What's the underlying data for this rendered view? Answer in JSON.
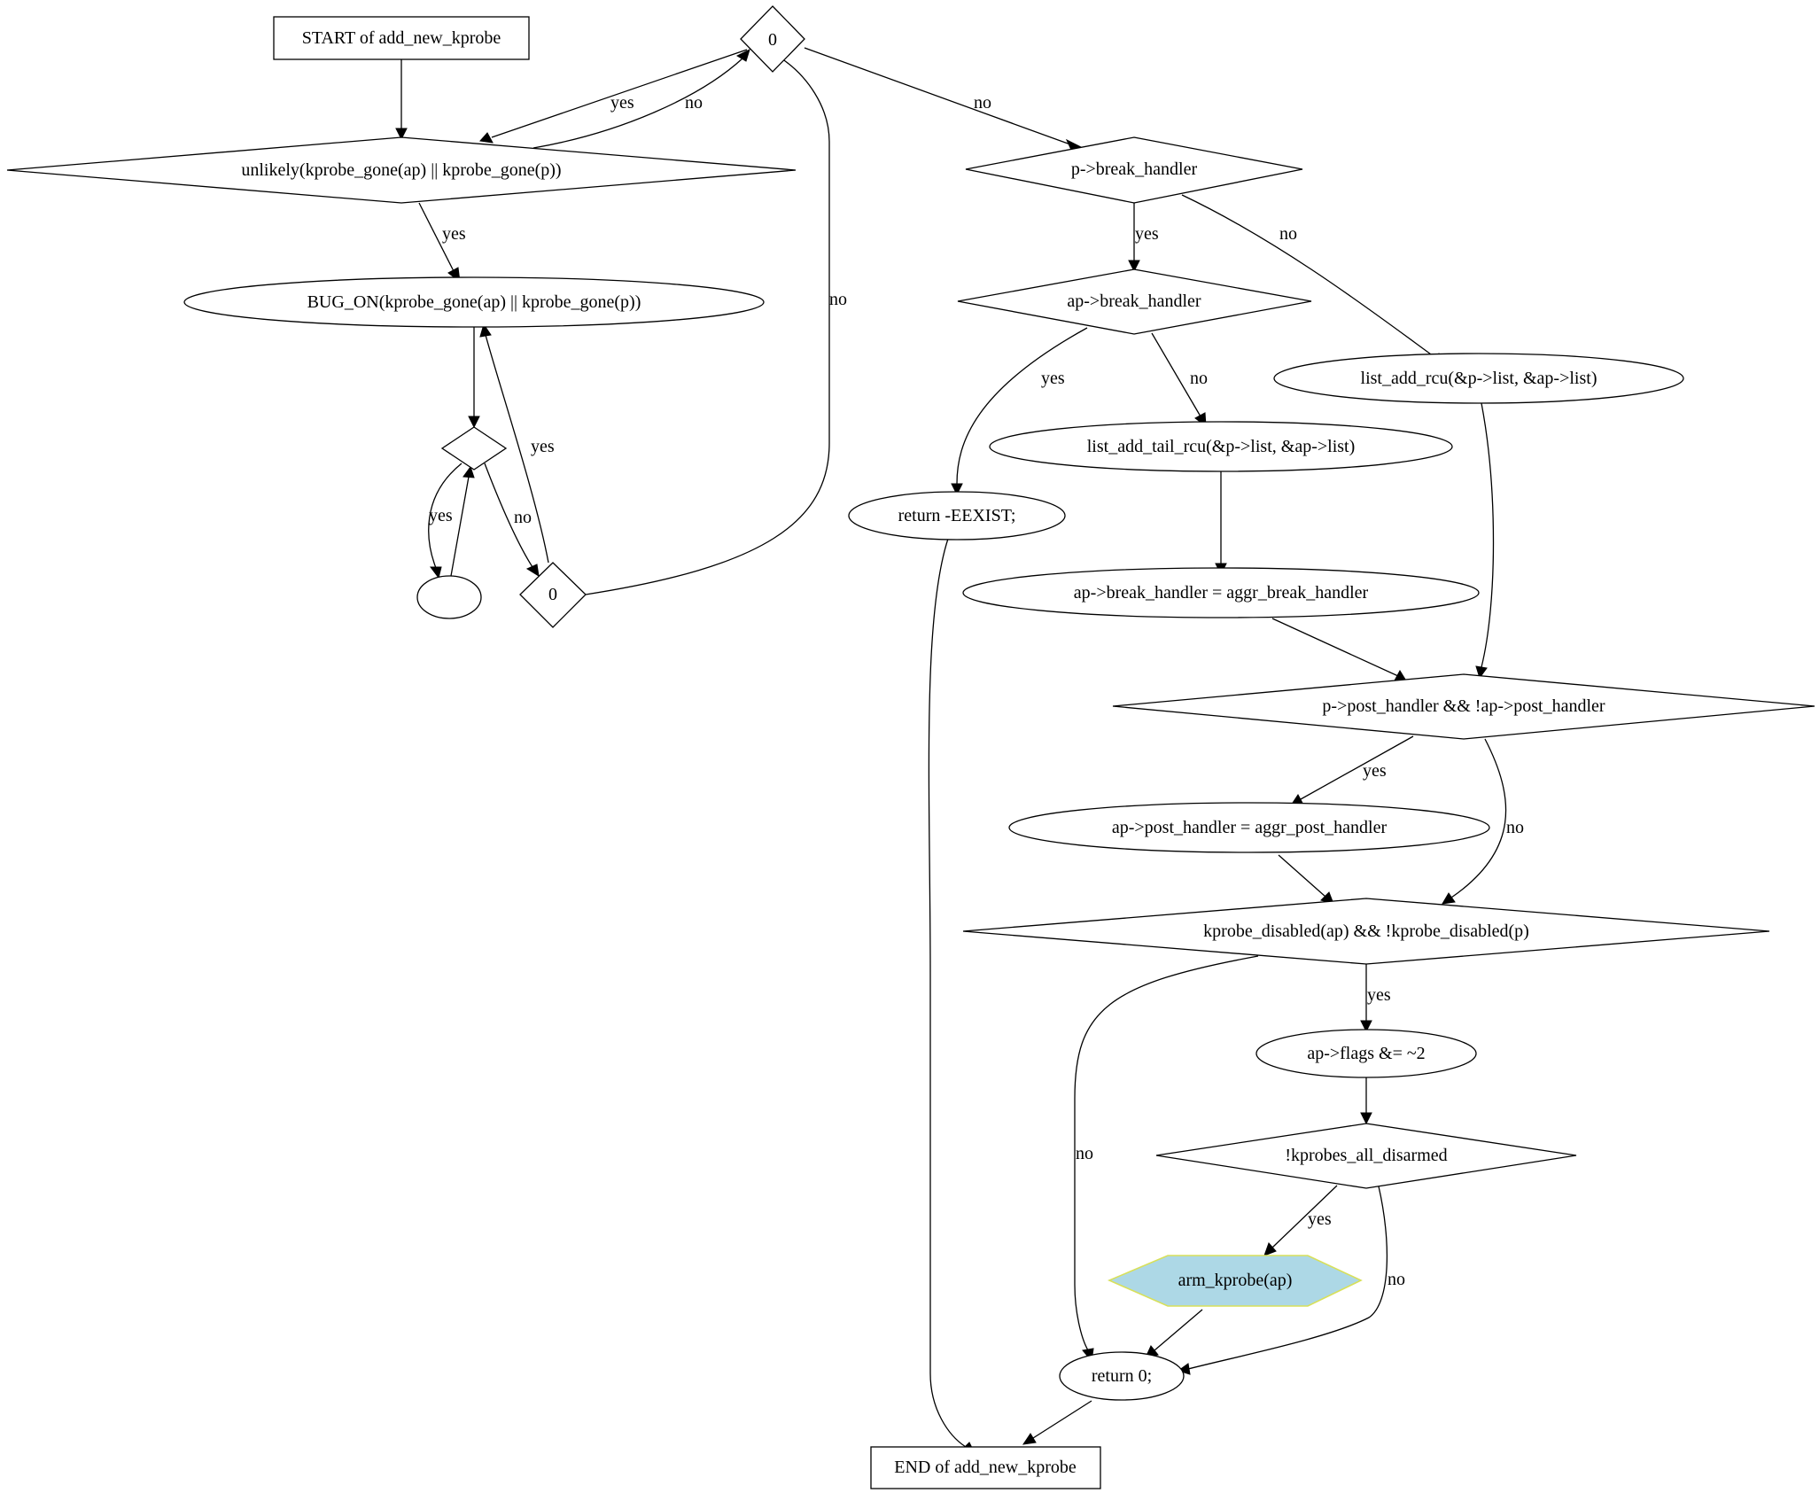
{
  "nodes": {
    "start": "START of add_new_kprobe",
    "d_zero_top": "0",
    "d_unlikely": "unlikely(kprobe_gone(ap) || kprobe_gone(p))",
    "bug_on": "BUG_ON(kprobe_gone(ap) || kprobe_gone(p))",
    "d_small": "",
    "e_small": "",
    "d_zero_low": "0",
    "d_p_break": "p->break_handler",
    "d_ap_break": "ap->break_handler",
    "list_add_rcu": "list_add_rcu(&p->list, &ap->list)",
    "list_add_tail": "list_add_tail_rcu(&p->list, &ap->list)",
    "return_eexist": "return -EEXIST;",
    "ap_break_assign": "ap->break_handler = aggr_break_handler",
    "d_post": "p->post_handler && !ap->post_handler",
    "ap_post_assign": "ap->post_handler = aggr_post_handler",
    "d_disabled": "kprobe_disabled(ap) && !kprobe_disabled(p)",
    "flags": "ap->flags &= ~2",
    "d_disarmed": "!kprobes_all_disarmed",
    "arm": "arm_kprobe(ap)",
    "return_0": "return 0;",
    "end": "END of add_new_kprobe"
  },
  "edges": {
    "zero_top_yes": "yes",
    "unlikely_no": "no",
    "zero_top_no": "no",
    "unlikely_yes": "yes",
    "small_yes": "yes",
    "small_no": "no",
    "zero_low_yes": "yes",
    "zero_low_no": "no",
    "p_break_yes": "yes",
    "p_break_no": "no",
    "ap_break_yes": "yes",
    "ap_break_no": "no",
    "post_yes": "yes",
    "post_no": "no",
    "disabled_yes": "yes",
    "disabled_no": "no",
    "disarmed_yes": "yes",
    "disarmed_no": "no"
  },
  "colors": {
    "highlight_fill": "#add8e6",
    "highlight_stroke": "#d8e05a"
  }
}
